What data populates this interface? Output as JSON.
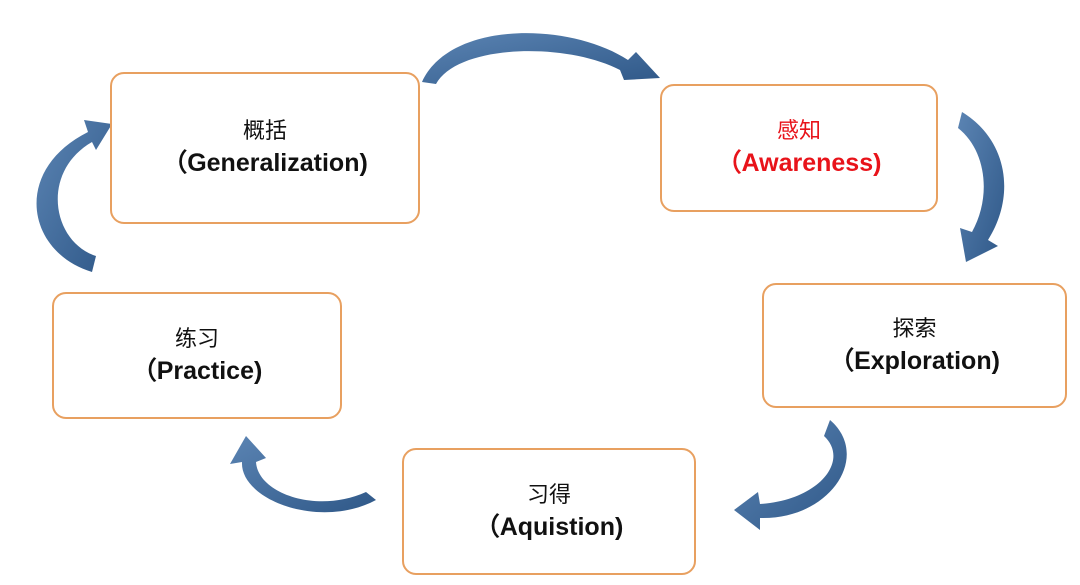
{
  "colors": {
    "box_border": "#e8a060",
    "arrow": "#3e6694",
    "highlight_text": "#e8131a",
    "text": "#111111"
  },
  "nodes": {
    "generalization": {
      "zh": "概括",
      "en": "（Generalization)"
    },
    "awareness": {
      "zh": "感知",
      "en": "（Awareness)"
    },
    "exploration": {
      "zh": "探索",
      "en": "（Exploration)"
    },
    "acquisition": {
      "zh": "习得",
      "en": "（Aquistion)"
    },
    "practice": {
      "zh": "练习",
      "en": "（Practice)"
    }
  },
  "arrows": [
    {
      "from": "generalization",
      "to": "awareness",
      "icon": "curved-arrow-icon"
    },
    {
      "from": "awareness",
      "to": "exploration",
      "icon": "curved-arrow-icon"
    },
    {
      "from": "exploration",
      "to": "acquisition",
      "icon": "curved-arrow-icon"
    },
    {
      "from": "acquisition",
      "to": "practice",
      "icon": "curved-arrow-icon"
    },
    {
      "from": "practice",
      "to": "generalization",
      "icon": "curved-arrow-icon"
    }
  ]
}
